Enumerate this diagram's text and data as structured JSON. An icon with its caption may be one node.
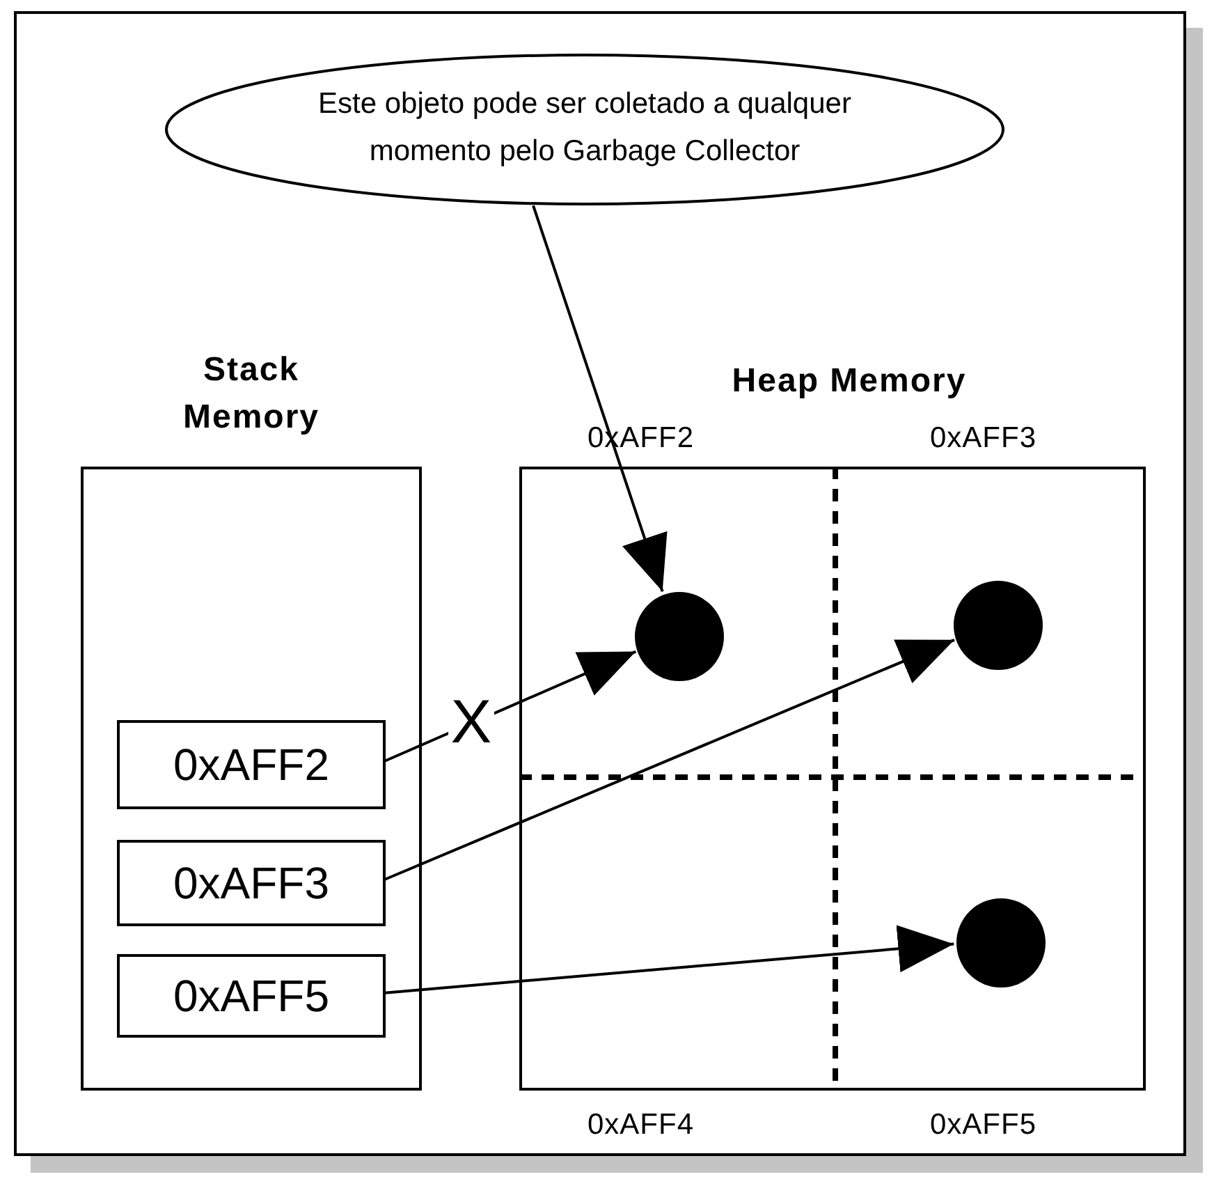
{
  "diagram": {
    "nodes": [
      {
        "text": [
          "Este objeto pode ser coletado a qualquer momento pelo Garbage Collector"
        ]
      },
      {
        "text": [
          "Stack Memory"
        ]
      },
      {
        "text": [
          "0xAFF2"
        ],
        "in": 1
      },
      {
        "text": [
          "0xAFF3"
        ],
        "in": 1
      },
      {
        "text": [
          "0xAFF5"
        ],
        "in": 1
      },
      {
        "text": [
          "Heap Memory"
        ]
      },
      {
        "text": [],
        "shape": "circle",
        "in": 5
      },
      {
        "text": [],
        "shape": "circle",
        "in": 5
      },
      {
        "text": [],
        "shape": "circle",
        "in": 5
      }
    ],
    "edges": [
      {
        "from": 0,
        "to": 6,
        "arrow": "to"
      },
      {
        "from": 2,
        "to": 6,
        "arrow": "to",
        "label": "X"
      },
      {
        "from": 3,
        "to": 7,
        "arrow": "to"
      },
      {
        "from": 4,
        "to": 8,
        "arrow": "to"
      }
    ],
    "labels": [
      "0xAFF2",
      "0xAFF3",
      "0xAFF4",
      "0xAFF5"
    ]
  }
}
